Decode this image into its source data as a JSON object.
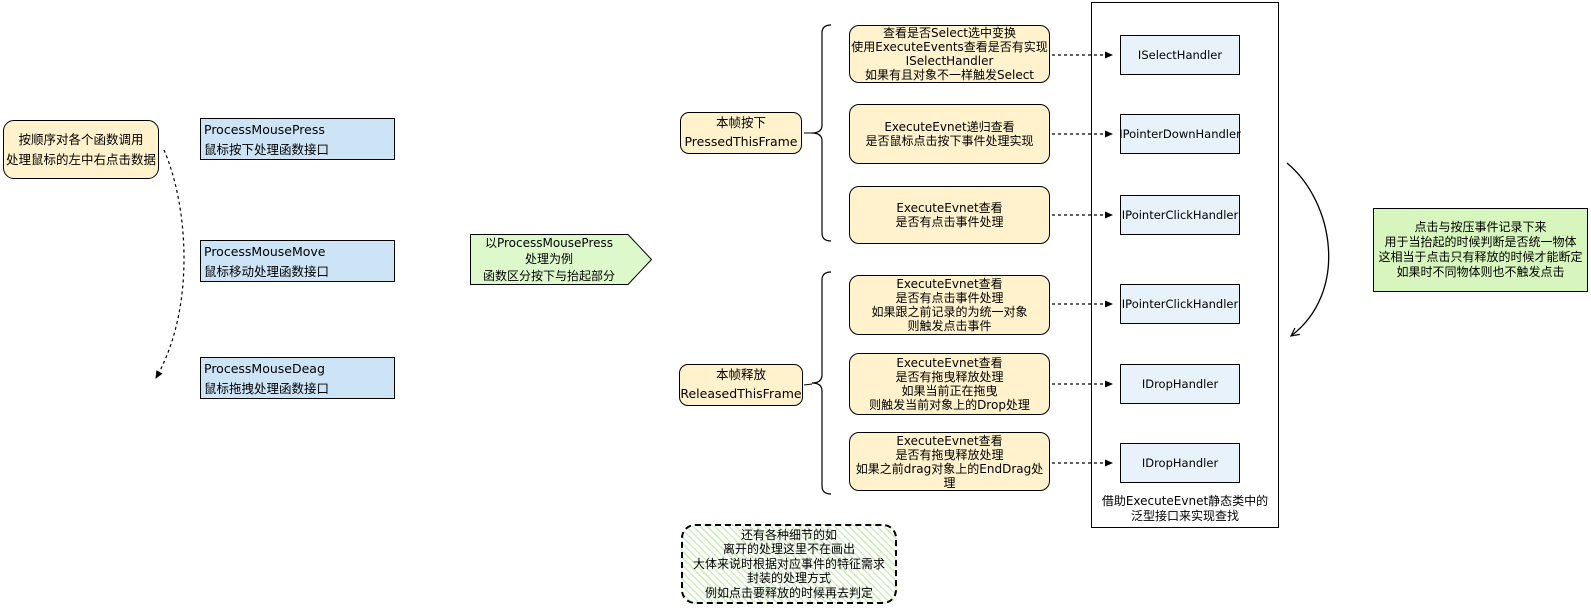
{
  "colors": {
    "note_yellow_fill": "#fff2cc",
    "process_blue_fill": "#cde4f7",
    "handler_blue_fill": "#e8f2fb",
    "green_fill": "#d7f6bd",
    "pentagon_green_fill": "#ddf9cc",
    "line_color": "#000000"
  },
  "left_note": {
    "lines": [
      "按顺序对各个函数调用",
      "处理鼠标的左中右点击数据"
    ]
  },
  "process_boxes": [
    {
      "title": "ProcessMousePress",
      "subtitle": "鼠标按下处理函数接口"
    },
    {
      "title": "ProcessMouseMove",
      "subtitle": "鼠标移动处理函数接口"
    },
    {
      "title": "ProcessMouseDeag",
      "subtitle": "鼠标拖拽处理函数接口"
    }
  ],
  "example_arrow": {
    "lines": [
      "以ProcessMousePress",
      "处理为例",
      "函数区分按下与抬起部分"
    ]
  },
  "phase_labels": [
    {
      "lines": [
        "本帧按下",
        "PressedThisFrame"
      ]
    },
    {
      "lines": [
        "本帧释放",
        "ReleasedThisFrame"
      ]
    }
  ],
  "steps": [
    {
      "lines": [
        "查看是否Select选中变换",
        "使用ExecuteEvents查看是否有实现",
        "ISelectHandler",
        "如果有且对象不一样触发Select"
      ]
    },
    {
      "lines": [
        "ExecuteEvnet递归查看",
        "是否鼠标点击按下事件处理实现"
      ]
    },
    {
      "lines": [
        "ExecuteEvnet查看",
        "是否有点击事件处理"
      ]
    },
    {
      "lines": [
        "ExecuteEvnet查看",
        "是否有点击事件处理",
        "如果跟之前记录的为统一对象",
        "则触发点击事件"
      ]
    },
    {
      "lines": [
        "ExecuteEvnet查看",
        "是否有拖曳释放处理",
        "如果当前正在拖曳",
        "则触发当前对象上的Drop处理"
      ]
    },
    {
      "lines": [
        "ExecuteEvnet查看",
        "是否有拖曳释放处理",
        "如果之前drag对象上的EndDrag处理"
      ]
    }
  ],
  "handlers": [
    {
      "label": "ISelectHandler"
    },
    {
      "label": "IPointerDownHandler"
    },
    {
      "label": "IPointerClickHandler"
    },
    {
      "label": "IPointerClickHandler"
    },
    {
      "label": "IDropHandler"
    },
    {
      "label": "IDropHandler"
    }
  ],
  "container_caption": {
    "lines": [
      "借助ExecuteEvnet静态类中的",
      "泛型接口来实现查找"
    ]
  },
  "click_note": {
    "lines": [
      "点击与按压事件记录下来",
      "用于当抬起的时候判断是否统一物体",
      "这相当于点击只有释放的时候才能断定",
      "如果时不同物体则也不触发点击"
    ]
  },
  "detail_note": {
    "lines": [
      "还有各种细节的如",
      "离开的处理这里不在画出",
      "大体来说时根据对应事件的特征需求",
      "封装的处理方式",
      "例如点击要释放的时候再去判定"
    ]
  }
}
